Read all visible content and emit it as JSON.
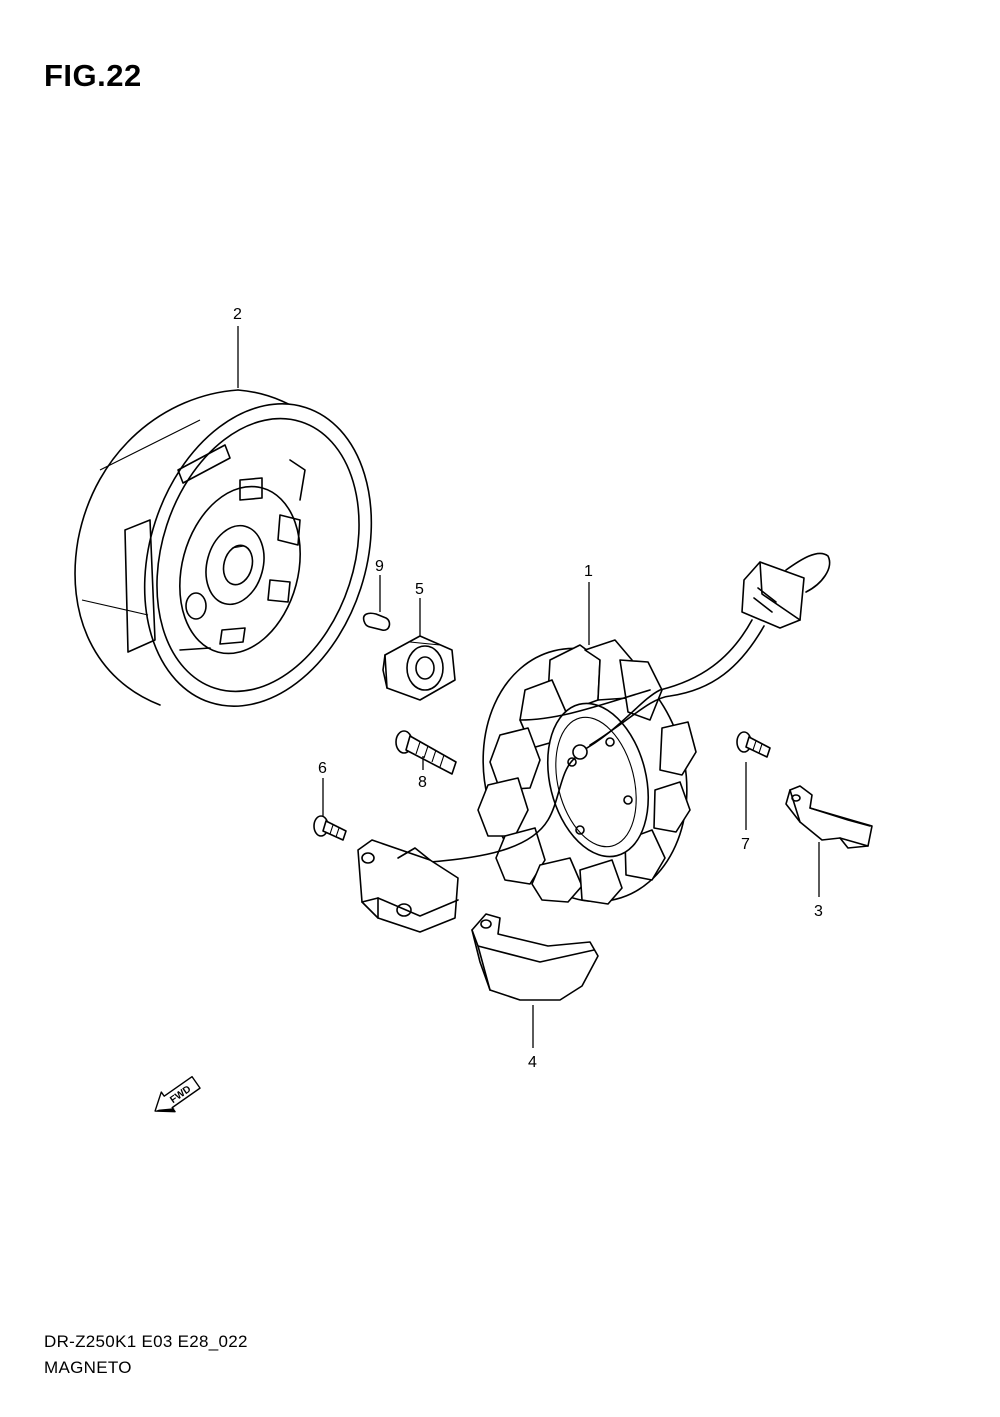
{
  "figure": {
    "title": "FIG.22"
  },
  "footer": {
    "code": "DR-Z250K1 E03 E28_022",
    "name": "MAGNETO"
  },
  "callouts": [
    {
      "id": "1",
      "label": "1"
    },
    {
      "id": "2",
      "label": "2"
    },
    {
      "id": "3",
      "label": "3"
    },
    {
      "id": "4",
      "label": "4"
    },
    {
      "id": "5",
      "label": "5"
    },
    {
      "id": "6",
      "label": "6"
    },
    {
      "id": "7",
      "label": "7"
    },
    {
      "id": "8",
      "label": "8"
    },
    {
      "id": "9",
      "label": "9"
    }
  ],
  "direction_marker": {
    "label": "FWD"
  }
}
